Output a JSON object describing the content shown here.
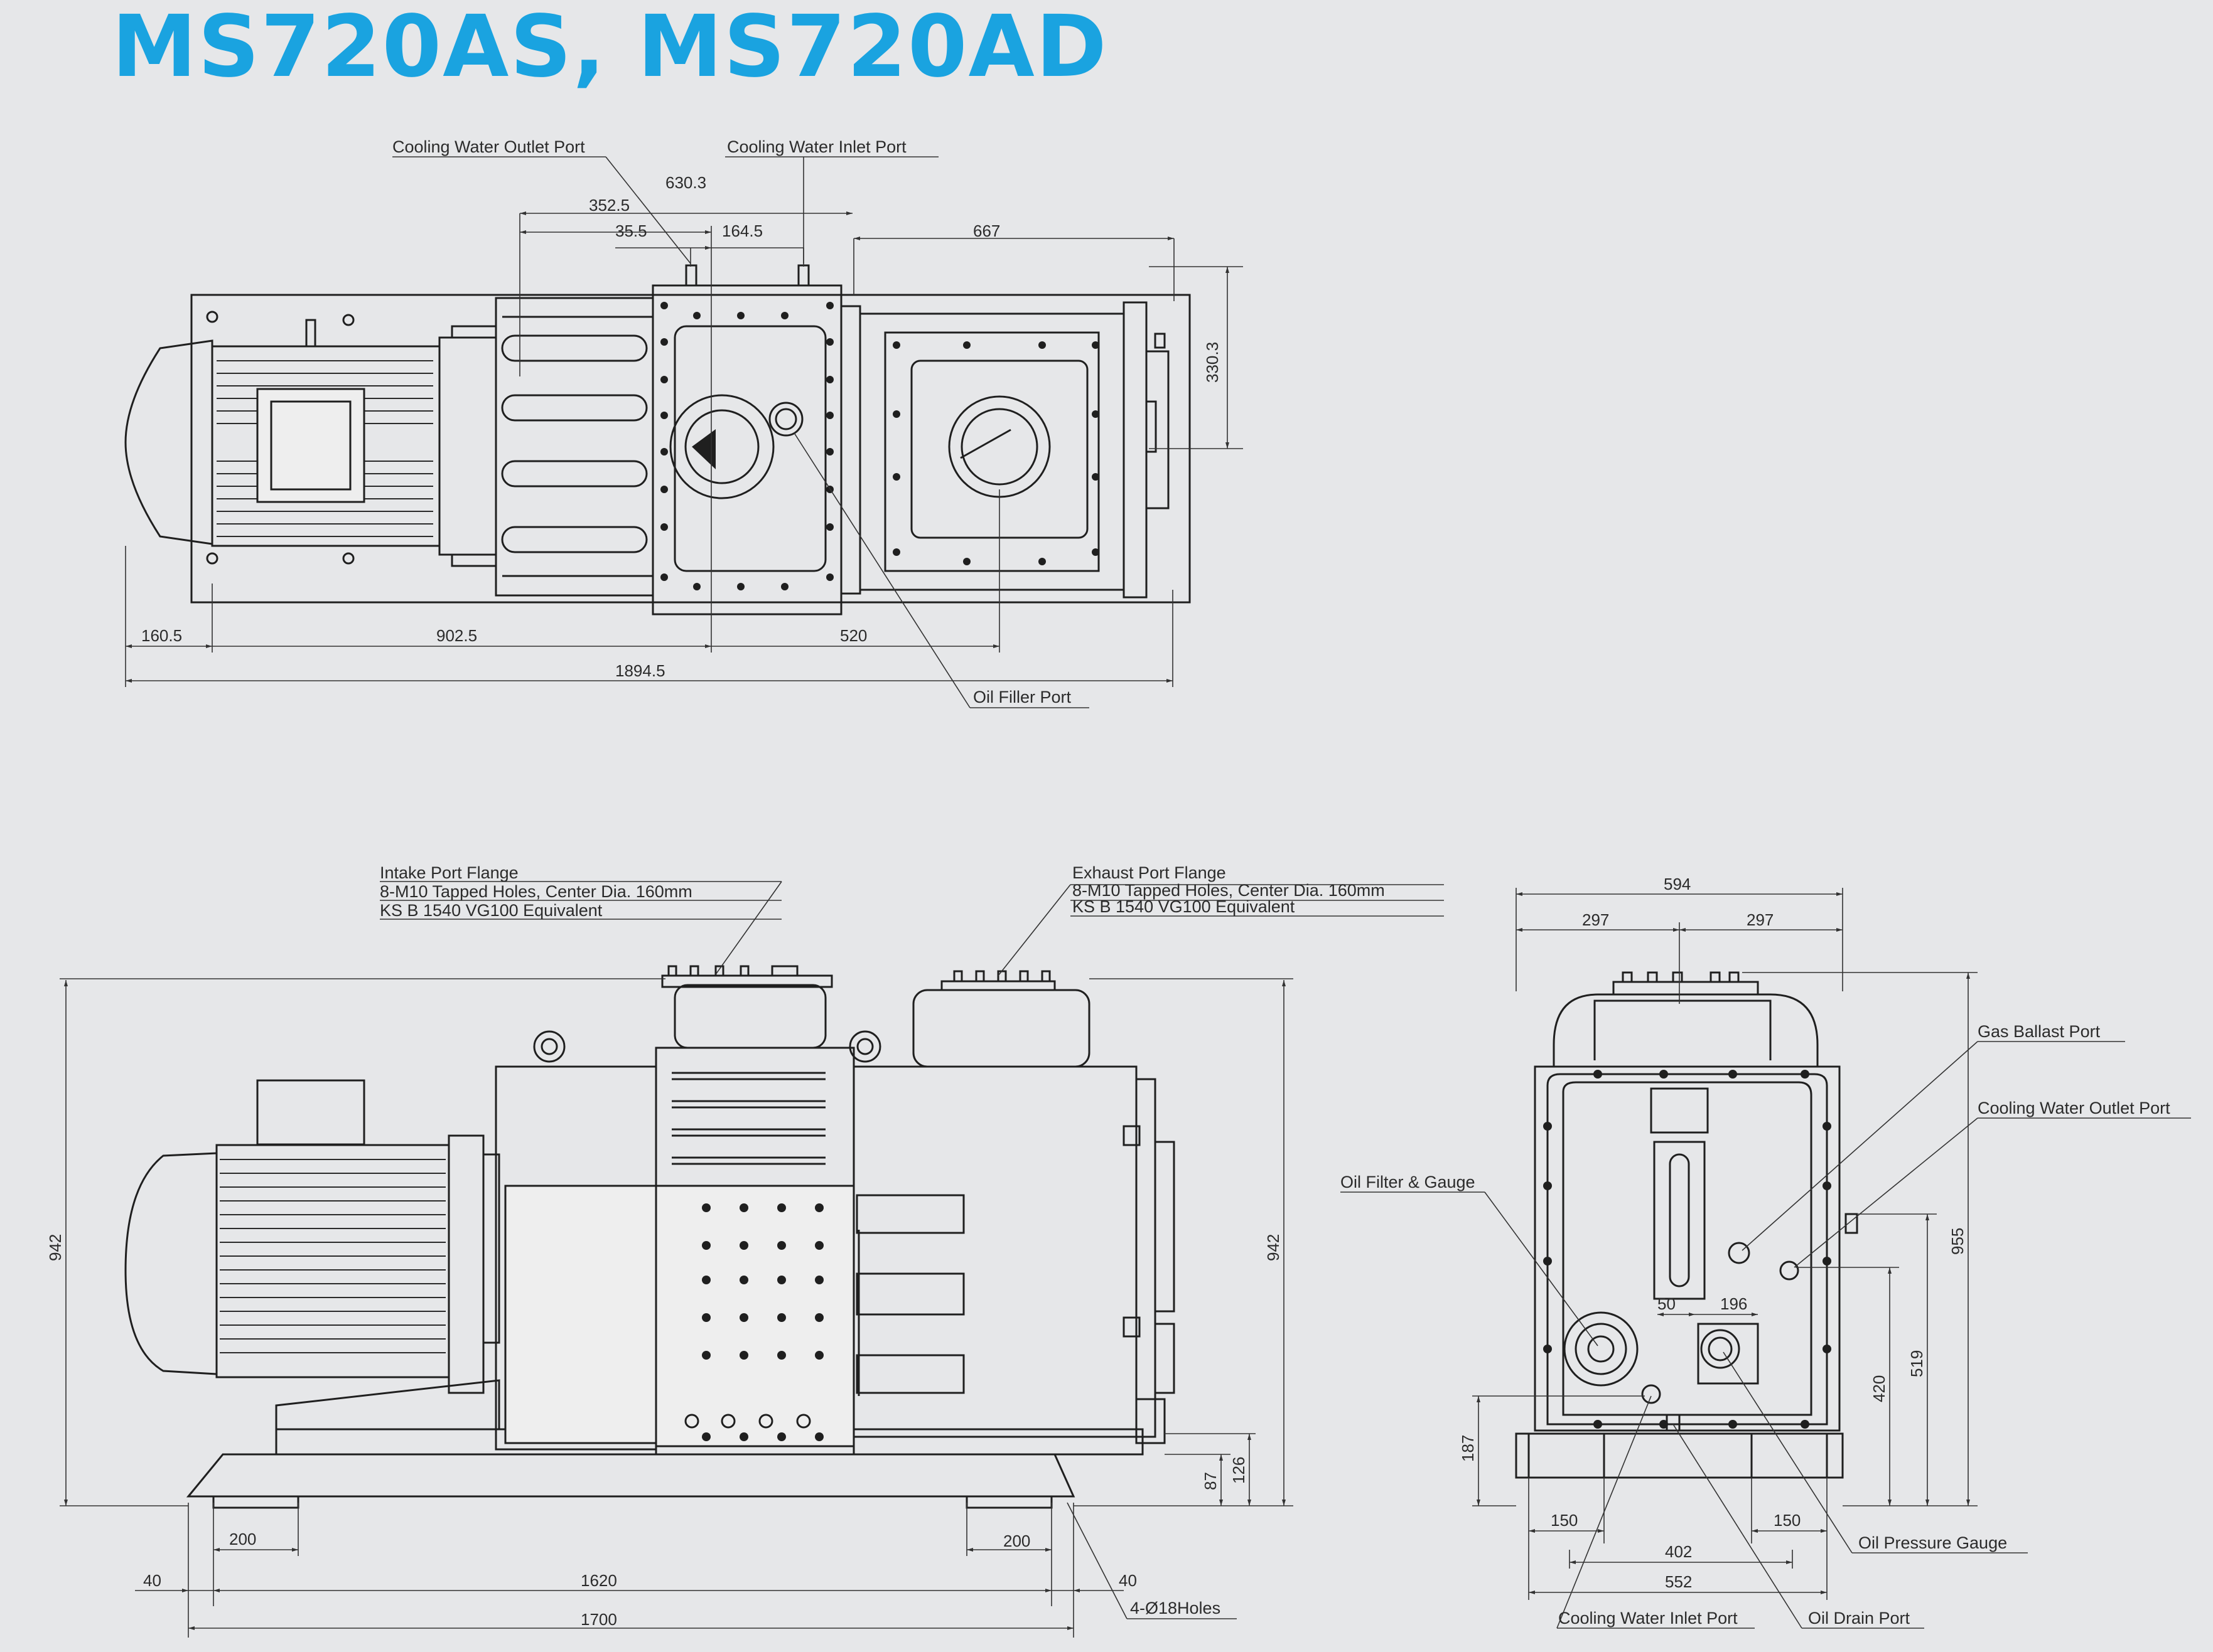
{
  "title": "MS720AS, MS720AD",
  "top_view": {
    "labels": {
      "cooling_water_outlet_port": "Cooling Water Outlet Port",
      "cooling_water_inlet_port": "Cooling Water Inlet Port",
      "oil_filler_port": "Oil Filler Port"
    },
    "dimensions": {
      "d630_3": "630.3",
      "d352_5": "352.5",
      "d35_5": "35.5",
      "d164_5": "164.5",
      "d667": "667",
      "d330_3": "330.3",
      "d160_5": "160.5",
      "d902_5": "902.5",
      "d520": "520",
      "d1894_5": "1894.5"
    }
  },
  "front_view": {
    "labels": {
      "intake_line1": "Intake Port Flange",
      "intake_line2": "8-M10 Tapped Holes, Center Dia. 160mm",
      "intake_line3": "KS B 1540 VG100 Equivalent",
      "exhaust_line1": "Exhaust Port Flange",
      "exhaust_line2": "8-M10 Tapped Holes, Center Dia. 160mm",
      "exhaust_line3": "KS B 1540 VG100 Equivalent",
      "holes": "4-Ø18Holes"
    },
    "dimensions": {
      "d942_left": "942",
      "d942_right": "942",
      "d87": "87",
      "d126": "126",
      "d200_left": "200",
      "d200_right": "200",
      "d40_left": "40",
      "d40_right": "40",
      "d1620": "1620",
      "d1700": "1700"
    }
  },
  "side_view": {
    "labels": {
      "gas_ballast_port": "Gas Ballast Port",
      "cooling_water_outlet_port": "Cooling Water Outlet Port",
      "oil_filter_gauge": "Oil Filter & Gauge",
      "oil_pressure_gauge": "Oil Pressure Gauge",
      "cooling_water_inlet_port": "Cooling Water Inlet Port",
      "oil_drain_port": "Oil Drain Port"
    },
    "dimensions": {
      "d594": "594",
      "d297_left": "297",
      "d297_right": "297",
      "d955": "955",
      "d519": "519",
      "d420": "420",
      "d187": "187",
      "d50": "50",
      "d196": "196",
      "d150_left": "150",
      "d150_right": "150",
      "d402": "402",
      "d552": "552"
    }
  }
}
